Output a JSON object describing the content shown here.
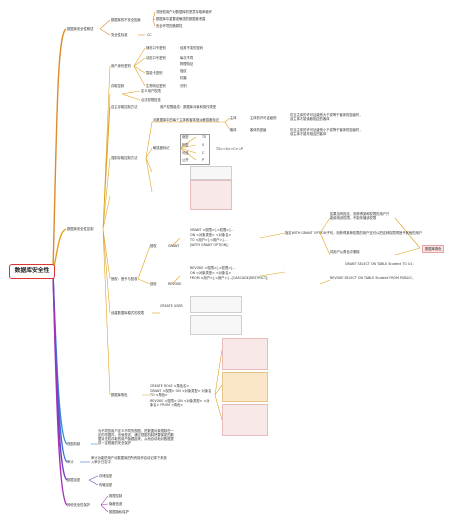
{
  "root": {
    "label": "数据库安全性"
  },
  "branches": {
    "overview": {
      "label": "数据库安全性概述",
      "items": [
        {
          "label": "数据库的不安全因素",
          "subs": [
            "非授权用户对数据库的恶意存取和破坏",
            "数据库中重要或敏感的数据被泄露",
            "安全环境的脆弱性"
          ]
        },
        {
          "label": "安全性标准",
          "subs": [
            "CC"
          ]
        }
      ]
    },
    "control": {
      "label": "数据库安全性控制",
      "items": [
        {
          "label": "用户身份鉴别",
          "subs": [
            "静态口令鉴别",
            "动态口令鉴别",
            "智能卡鉴别",
            "生物特征鉴别"
          ],
          "notes": [
            "经常不变的密码",
            "每次不同",
            "物理特征",
            "指纹",
            "虹膜",
            "识别"
          ]
        },
        {
          "label": "存取控制",
          "subs": [
            "定义用户权限",
            "合法权限检查"
          ]
        },
        {
          "label": "自主存取控制方法",
          "subs": [
            "用户权限组成：数据库对象和操作类型"
          ]
        },
        {
          "label": "强制存取控制方法",
          "subs": [
            "对数据库中的每个主体和客体指派敏感度标记",
            "主体",
            "客体"
          ],
          "notes": [
            "敏感度标记",
            "主体的许可证级别",
            "客体的密级",
            "仅当主体的许可证级别大于或等于客体的密级时，该主体才能读取相应的客体",
            "仅当主体的许可证级别小于或等于客体的密级时，该主体才能写相应的客体",
            "绝密",
            "机密",
            "可信",
            "公开",
            "TS",
            "S",
            "C",
            "P",
            "TS>=S>=C>=P"
          ]
        },
        {
          "label": "授权：授予与回收",
          "subs": [
            "授权",
            "回收",
            "GRANT",
            "REVOKE"
          ],
          "notes": [
            "GRANT <权限>[,<权限>]...",
            "ON <对象类型> <对象名>",
            "TO <用户>[,<用户>]...",
            "[WITH GRANT OPTION];",
            "REVOKE <权限>[,<权限>]...",
            "ON <对象类型> <对象名>",
            "FROM <用户>[,<用户>]...[CASCADE|RESTRICT];",
            "指定WITH GRANT OPTION子句，则获得某种权限的用户还可以把这种权限再授予其他的用户",
            "如果没有指定，则获得某种权限的用户只能使用该权限，不能传播该权限",
            "将用户从角色中删除",
            "GRANT SELECT ON TABLE Student TO U1;",
            "REVOKE SELECT ON TABLE Student FROM PUBLIC;",
            "数据库角色"
          ]
        },
        {
          "label": "创建数据库模式的权限",
          "subs": [
            "CREATE USER"
          ]
        },
        {
          "label": "数据库角色",
          "subs": [
            "CREATE ROLE <角色名>",
            "GRANT <权限> ON <对象类型> 对象名 TO <角色>",
            "REVOKE <权限> ON <对象类型> <对象名> FROM <角色>"
          ]
        }
      ]
    },
    "view": {
      "label": "视图机制",
      "text": "为不同的用户定义不同的视图，把数据对象限制在一定的范围内，也就是说，通过视图机制把要保密的数据对无权存取的用户隐藏起来，从而自动地对数据提供一定程度的安全保护"
    },
    "audit": {
      "label": "审计",
      "text": "审计功能把用户对数据库的所有操作自动记录下来放入审计日志中"
    },
    "encrypt": {
      "label": "数据加密",
      "subs": [
        "存储加密",
        "传输加密"
      ]
    },
    "other": {
      "label": "其他安全性保护",
      "subs": [
        "推理控制",
        "隐蔽信道",
        "数据隐私保护"
      ]
    }
  },
  "colors": {
    "overview": "#e08a2c",
    "control": "#e0a320",
    "view": "#3a8ad4",
    "audit": "#3c6fd6",
    "encrypt": "#6d43c9",
    "other": "#a330b5",
    "root_border": "#d33333"
  }
}
